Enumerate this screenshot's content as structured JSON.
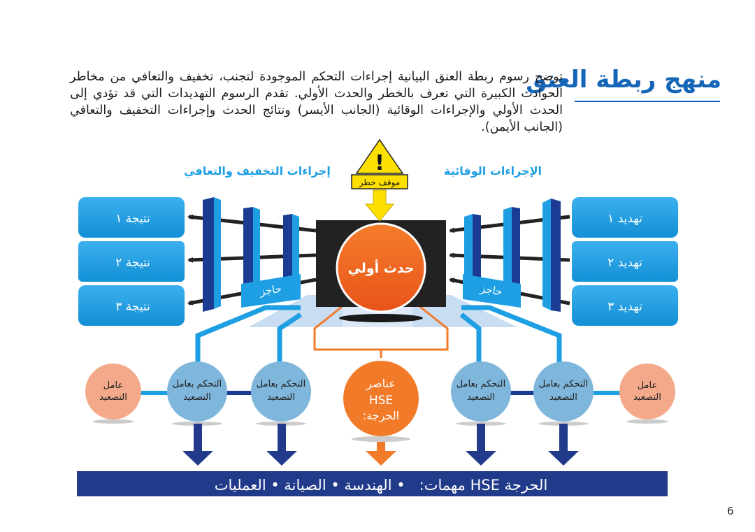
{
  "title": "منهج ربطة العنق",
  "intro": "توضح رسوم ربطة العنق البيانية إجراءات التحكم الموجودة لتجنب، تخفيف والتعافي من مخاطر الحوادث الكبيرة التي تعرف بالخطر والحدث الأولي. تقدم الرسوم التهديدات التي قد تؤدي إلى الحدث الأولي والإجراءات الوقائية (الجانب الأيسر) ونتائج الحدث وإجراءات التخفيف والتعافي (الجانب الأيمن).",
  "page_number": "6",
  "diagram": {
    "hazard_label": "موقف خطر",
    "preventive_label": "الإجراءات الوقائية",
    "mitigation_label": "إجراءات التخفيف والتعافي",
    "top_event": "حدث أولي",
    "threats": [
      "تهديد ١",
      "تهديد ٢",
      "تهديد ٣"
    ],
    "consequences": [
      "نتيجة ١",
      "نتيجة ٢",
      "نتيجة ٣"
    ],
    "barrier_label_left": "حاجز",
    "barrier_label_right": "حاجز",
    "escalation_factor": [
      "عامل",
      "التصعيد"
    ],
    "escalation_control": [
      "التحكم بعامل",
      "التصعيد"
    ],
    "hse_element": [
      "عناصر",
      "HSE",
      "الحرجة:"
    ],
    "tasks_bar": "الحرجة HSE مهمات:   • الهندسة • الصيانة • العمليات",
    "colors": {
      "blue": "#1e9fe3",
      "dark_blue": "#1c3c93",
      "navy": "#223a8a",
      "orange": "#f26c1c",
      "peach": "#f4a98a",
      "yellow": "#fde000",
      "light_blue_circle": "#7fb6dc",
      "black": "#222222"
    }
  }
}
